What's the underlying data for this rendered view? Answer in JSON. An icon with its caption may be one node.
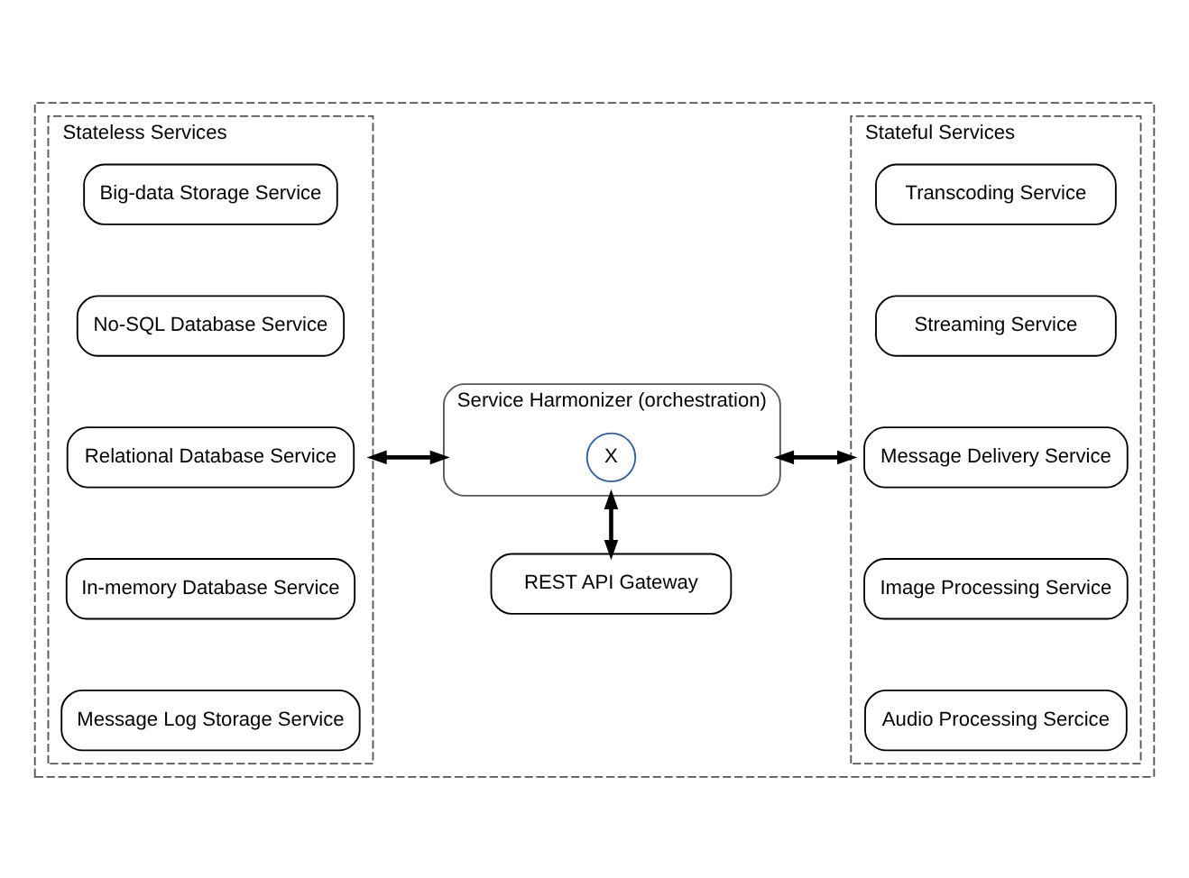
{
  "diagram": {
    "nodes": [
      {
        "text": [],
        "shape": "box"
      },
      {
        "text": [
          "Stateless Services"
        ],
        "in": 0
      },
      {
        "text": [
          "Big-data Storage Service"
        ],
        "in": 1
      },
      {
        "text": [
          "No-SQL Database Service"
        ],
        "in": 1
      },
      {
        "text": [
          "Relational Database Service"
        ],
        "in": 1
      },
      {
        "text": [
          "In-memory Database Service"
        ],
        "in": 1
      },
      {
        "text": [
          "Message Log Storage Service"
        ],
        "in": 1
      },
      {
        "text": [
          "Service Harmonizer (orchestration)"
        ],
        "in": 0
      },
      {
        "text": [
          "X"
        ],
        "in": 7
      },
      {
        "text": [
          "Stateful Services"
        ],
        "in": 0
      },
      {
        "text": [
          "Transcoding Service"
        ],
        "in": 9
      },
      {
        "text": [
          "Streaming Service"
        ],
        "in": 9
      },
      {
        "text": [
          "Message Delivery Service"
        ],
        "in": 9
      },
      {
        "text": [
          "Image Processing Service"
        ],
        "in": 9
      },
      {
        "text": [
          "Audio Processing Sercice"
        ],
        "in": 9
      },
      {
        "text": [
          "REST API Gateway"
        ],
        "in": 0
      }
    ],
    "edges": [
      {
        "from": 1,
        "to": 7,
        "arrow": "both"
      },
      {
        "from": 7,
        "to": 9,
        "arrow": "both"
      },
      {
        "from": 7,
        "to": 15,
        "arrow": "both"
      }
    ]
  }
}
